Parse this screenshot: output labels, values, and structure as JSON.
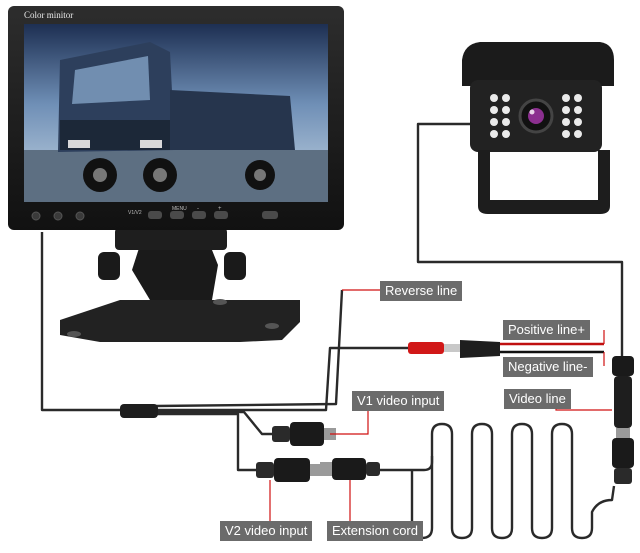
{
  "monitor": {
    "brand_text": "Color minitor",
    "button_labels": [
      "V1/V2",
      "MENU",
      "-",
      "+"
    ]
  },
  "labels": {
    "reverse_line": "Reverse line",
    "positive_line": "Positive line+",
    "negative_line": "Negative line-",
    "v1_video_input": "V1 video input",
    "video_line": "Video line",
    "v2_video_input": "V2 video input",
    "extension_cord": "Extension cord"
  },
  "colors": {
    "label_bg": "#6b6b6b",
    "leader_red": "#d01010",
    "cable": "#2a2a2a"
  }
}
